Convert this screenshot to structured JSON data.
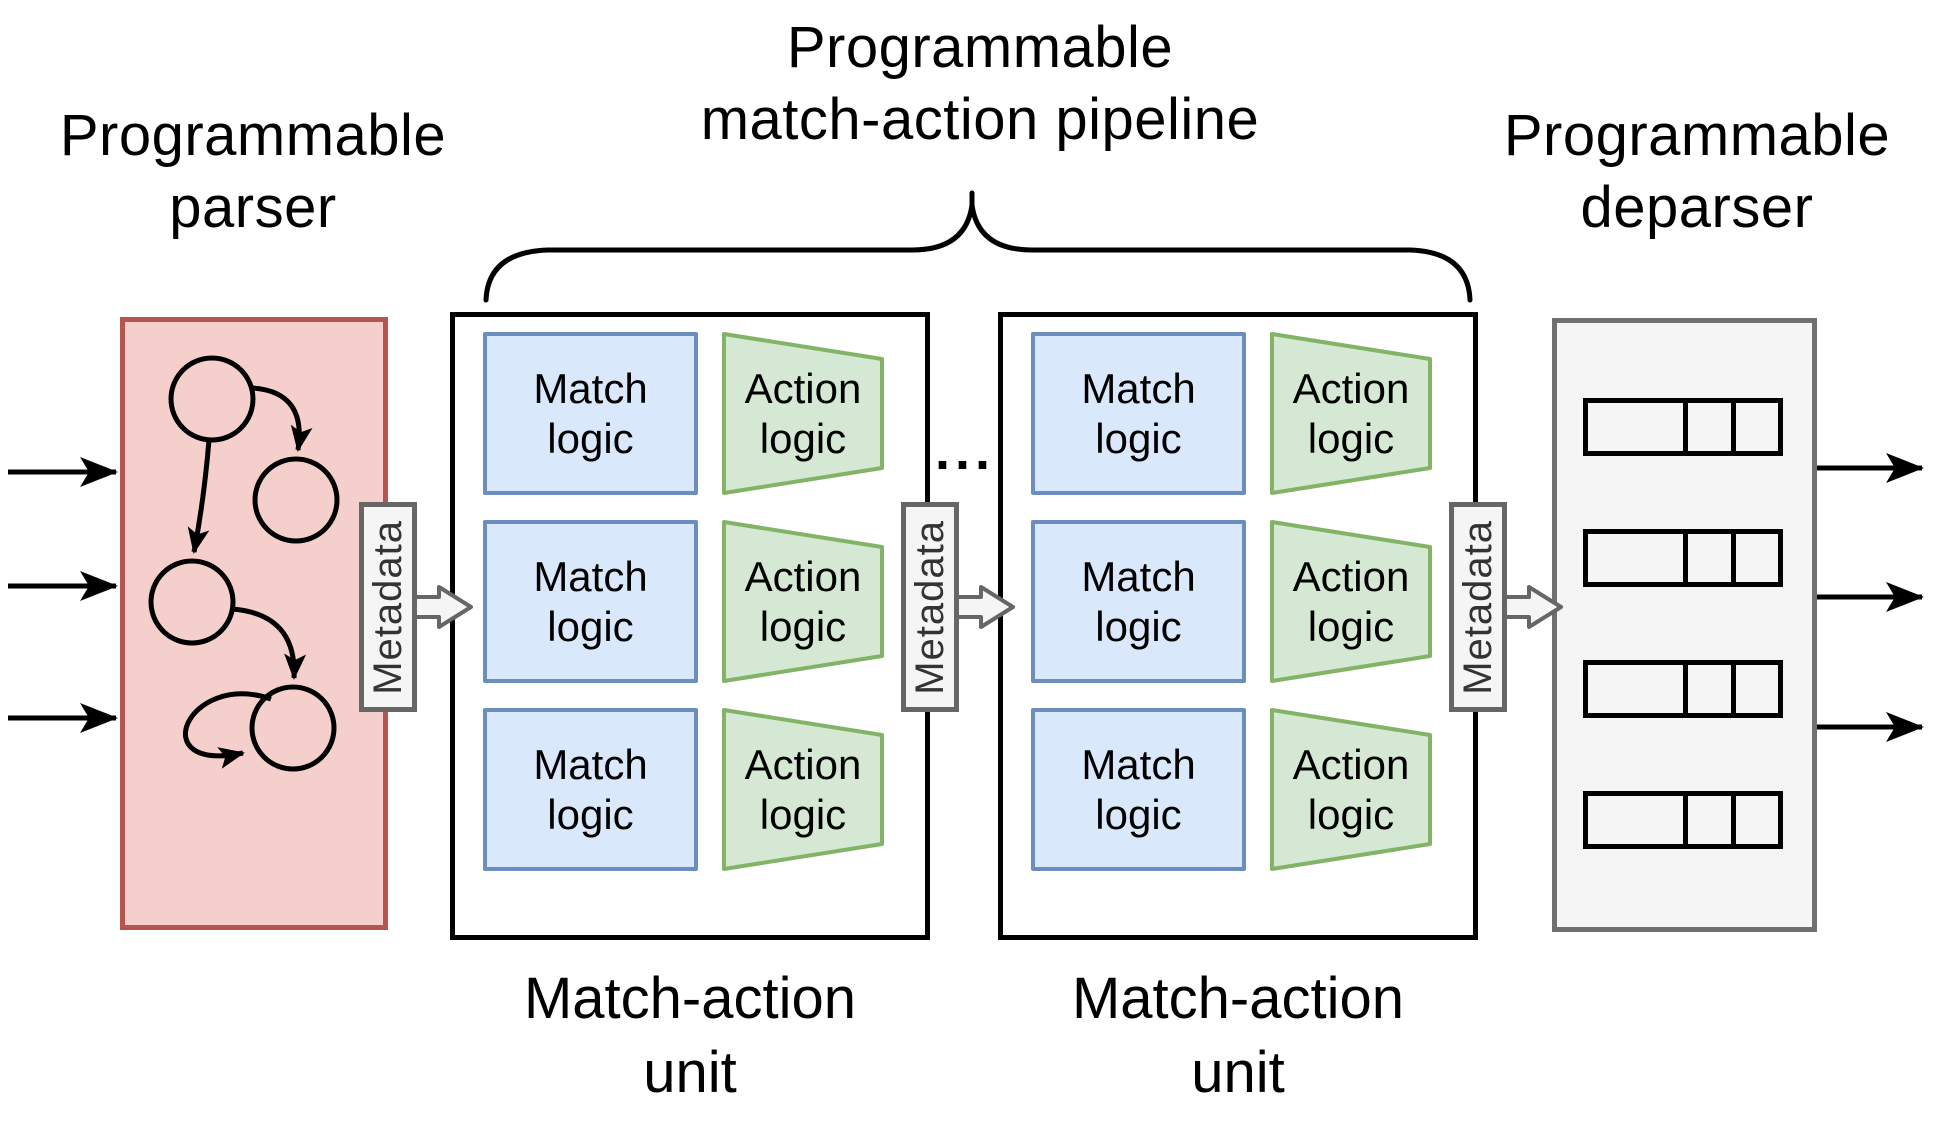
{
  "titles": {
    "parser": "Programmable\nparser",
    "pipeline": "Programmable\nmatch-action pipeline",
    "deparser": "Programmable\ndeparser"
  },
  "labels": {
    "match_logic": "Match\nlogic",
    "action_logic": "Action\nlogic",
    "metadata": "Metadata",
    "unit_caption": "Match-action\nunit",
    "ellipsis": "..."
  },
  "structure": {
    "match_action_units": 2,
    "rows_per_unit": 3,
    "parser_states": 4,
    "deparser_packet_rows": 4,
    "packet_cells_per_row": 3,
    "input_arrows": 3,
    "output_arrows": 3
  },
  "colors": {
    "parser_fill": "#f5cfcb",
    "parser_stroke": "#b85450",
    "match_fill": "#dae8fc",
    "match_stroke": "#6c8ebf",
    "action_fill": "#d5e8d4",
    "action_stroke": "#82b366",
    "metadata_fill": "#f5f5f5",
    "metadata_stroke": "#666666",
    "deparser_fill": "#f5f5f5",
    "deparser_stroke": "#707070",
    "line": "#000000",
    "background": "#ffffff"
  }
}
